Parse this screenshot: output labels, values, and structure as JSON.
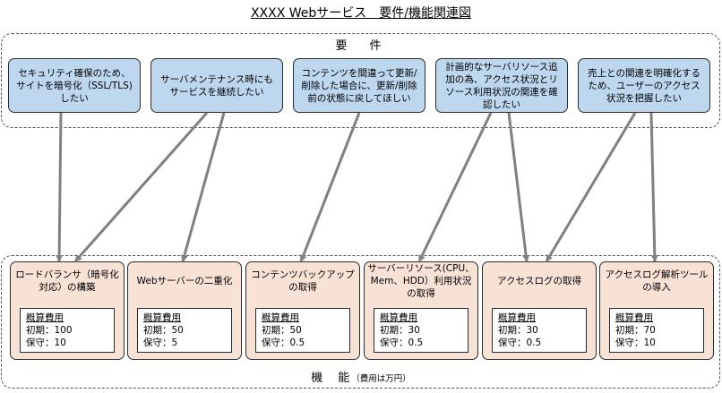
{
  "title": "XXXX Webサービス　要件/機能関連図",
  "requirements_label": "要　件",
  "functions_label": "機　能",
  "functions_note": "（費用は万円）",
  "cost_header": "概算費用",
  "initial_label": "初期：",
  "maintenance_label": "保守：",
  "colors": {
    "requirement_fill": "#bdd7ee",
    "function_fill": "#f8e2d5",
    "arrow": "#808080"
  },
  "requirements": [
    {
      "id": "r1",
      "text": "セキュリティ確保のため、サイトを暗号化（SSL/TLS)したい"
    },
    {
      "id": "r2",
      "text": "サーバメンテナンス時にもサービスを継続したい"
    },
    {
      "id": "r3",
      "text": "コンテンツを間違って更新/削除した場合に、更新/削除前の状態に戻してほしい"
    },
    {
      "id": "r4",
      "text": "計画的なサーバリソース追加の為、アクセス状況とリソース利用状況の関連を確認したい"
    },
    {
      "id": "r5",
      "text": "売上との関連を明確化するため、ユーザーのアクセス状況を把握したい"
    }
  ],
  "functions": [
    {
      "id": "f1",
      "title": "ロードバランサ（暗号化対応）の構築",
      "initial": "100",
      "maintenance": "10"
    },
    {
      "id": "f2",
      "title": "Webサーバーの二重化",
      "initial": "50",
      "maintenance": "5"
    },
    {
      "id": "f3",
      "title": "コンテンツバックアップの取得",
      "initial": "50",
      "maintenance": "0.5"
    },
    {
      "id": "f4",
      "title": "サーバーリソース(CPU、Mem、HDD）利用状況の取得",
      "initial": "30",
      "maintenance": "0.5"
    },
    {
      "id": "f5",
      "title": "アクセスログの取得",
      "initial": "30",
      "maintenance": "0.5"
    },
    {
      "id": "f6",
      "title": "アクセスログ解析ツールの導入",
      "initial": "70",
      "maintenance": "10"
    }
  ],
  "links": [
    {
      "from": "r1",
      "to": "f1"
    },
    {
      "from": "r2",
      "to": "f1"
    },
    {
      "from": "r2",
      "to": "f2"
    },
    {
      "from": "r3",
      "to": "f3"
    },
    {
      "from": "r4",
      "to": "f4"
    },
    {
      "from": "r4",
      "to": "f5"
    },
    {
      "from": "r5",
      "to": "f5"
    },
    {
      "from": "r5",
      "to": "f6"
    }
  ]
}
